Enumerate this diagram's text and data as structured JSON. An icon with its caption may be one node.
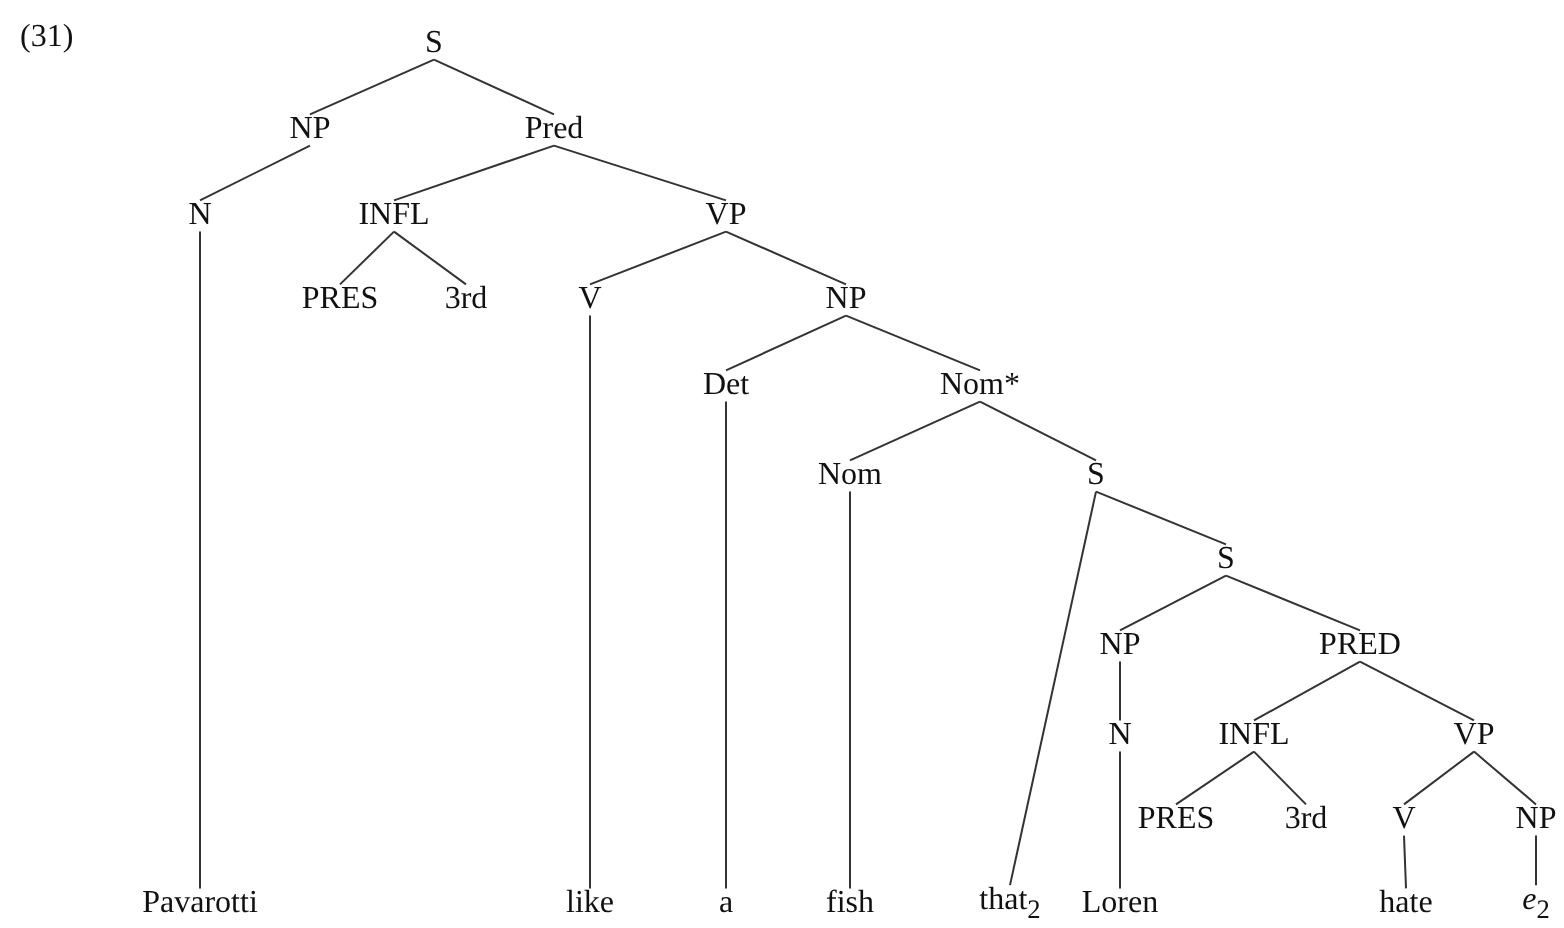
{
  "diagram": {
    "nodes": [
      {
        "text": [
          "S"
        ]
      },
      {
        "text": [
          "NP"
        ]
      },
      {
        "text": [
          "Pred"
        ]
      },
      {
        "text": [
          "N"
        ]
      },
      {
        "text": [
          "INFL"
        ]
      },
      {
        "text": [
          "VP"
        ]
      },
      {
        "text": [
          "PRES"
        ]
      },
      {
        "text": [
          "3rd"
        ]
      },
      {
        "text": [
          "V"
        ]
      },
      {
        "text": [
          "NP"
        ]
      },
      {
        "text": [
          "Det"
        ]
      },
      {
        "text": [
          "Nom*"
        ]
      },
      {
        "text": [
          "Nom"
        ]
      },
      {
        "text": [
          "S"
        ]
      },
      {
        "text": [
          "S"
        ]
      },
      {
        "text": [
          "NP"
        ]
      },
      {
        "text": [
          "PRED"
        ]
      },
      {
        "text": [
          "N"
        ]
      },
      {
        "text": [
          "INFL"
        ]
      },
      {
        "text": [
          "VP"
        ]
      },
      {
        "text": [
          "PRES"
        ]
      },
      {
        "text": [
          "3rd"
        ]
      },
      {
        "text": [
          "V"
        ]
      },
      {
        "text": [
          "NP"
        ]
      },
      {
        "text": [
          "Pavarotti"
        ]
      },
      {
        "text": [
          "like"
        ]
      },
      {
        "text": [
          "a"
        ]
      },
      {
        "text": [
          "fish"
        ]
      },
      {
        "text": [
          "that$_{2}$"
        ]
      },
      {
        "text": [
          "Loren"
        ]
      },
      {
        "text": [
          "hate"
        ]
      },
      {
        "text": [
          "*e*$_{2}$"
        ]
      }
    ],
    "edges": [
      {
        "from": 0,
        "to": 1,
        "arrow": "none"
      },
      {
        "from": 0,
        "to": 2,
        "arrow": "none"
      },
      {
        "from": 1,
        "to": 3,
        "arrow": "none"
      },
      {
        "from": 2,
        "to": 4,
        "arrow": "none"
      },
      {
        "from": 2,
        "to": 5,
        "arrow": "none"
      },
      {
        "from": 4,
        "to": 6,
        "arrow": "none"
      },
      {
        "from": 4,
        "to": 7,
        "arrow": "none"
      },
      {
        "from": 5,
        "to": 8,
        "arrow": "none"
      },
      {
        "from": 5,
        "to": 9,
        "arrow": "none"
      },
      {
        "from": 9,
        "to": 10,
        "arrow": "none"
      },
      {
        "from": 9,
        "to": 11,
        "arrow": "none"
      },
      {
        "from": 11,
        "to": 12,
        "arrow": "none"
      },
      {
        "from": 11,
        "to": 13,
        "arrow": "none"
      },
      {
        "from": 13,
        "to": 28,
        "arrow": "none"
      },
      {
        "from": 13,
        "to": 14,
        "arrow": "none"
      },
      {
        "from": 14,
        "to": 15,
        "arrow": "none"
      },
      {
        "from": 14,
        "to": 16,
        "arrow": "none"
      },
      {
        "from": 15,
        "to": 17,
        "arrow": "none"
      },
      {
        "from": 16,
        "to": 18,
        "arrow": "none"
      },
      {
        "from": 16,
        "to": 19,
        "arrow": "none"
      },
      {
        "from": 18,
        "to": 20,
        "arrow": "none"
      },
      {
        "from": 18,
        "to": 21,
        "arrow": "none"
      },
      {
        "from": 19,
        "to": 22,
        "arrow": "none"
      },
      {
        "from": 19,
        "to": 23,
        "arrow": "none"
      },
      {
        "from": 3,
        "to": 24,
        "arrow": "none"
      },
      {
        "from": 8,
        "to": 25,
        "arrow": "none"
      },
      {
        "from": 10,
        "to": 26,
        "arrow": "none"
      },
      {
        "from": 12,
        "to": 27,
        "arrow": "none"
      },
      {
        "from": 17,
        "to": 29,
        "arrow": "none"
      },
      {
        "from": 22,
        "to": 30,
        "arrow": "none"
      },
      {
        "from": 23,
        "to": 31,
        "arrow": "none"
      }
    ],
    "labels": [
      "(31)"
    ]
  }
}
